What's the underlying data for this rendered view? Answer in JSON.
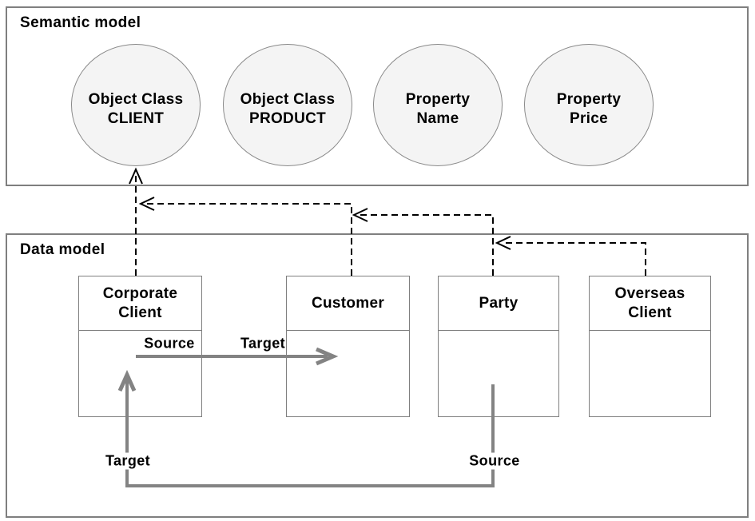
{
  "diagram": {
    "semantic_model": {
      "label": "Semantic model",
      "nodes": [
        {
          "line1": "Object Class",
          "line2": "CLIENT"
        },
        {
          "line1": "Object Class",
          "line2": "PRODUCT"
        },
        {
          "line1": "Property",
          "line2": "Name"
        },
        {
          "line1": "Property",
          "line2": "Price"
        }
      ]
    },
    "data_model": {
      "label": "Data model",
      "entities": [
        {
          "name": "Corporate Client"
        },
        {
          "name": "Customer"
        },
        {
          "name": "Party"
        },
        {
          "name": "Overseas Client"
        }
      ]
    },
    "mappings": [
      {
        "from": "Corporate Client",
        "to": "Object Class CLIENT",
        "style": "dashed-arrow"
      },
      {
        "from": "Customer",
        "to": "Corporate Client mapping line",
        "style": "dashed-arrow"
      },
      {
        "from": "Party",
        "to": "Customer mapping line",
        "style": "dashed-arrow"
      },
      {
        "from": "Overseas Client",
        "to": "Party mapping line",
        "style": "dashed-arrow"
      },
      {
        "from": "Corporate Client",
        "to": "Customer",
        "from_role": "Source",
        "to_role": "Target",
        "style": "solid-arrow"
      },
      {
        "from": "Party",
        "to": "Corporate Client",
        "from_role": "Source",
        "to_role": "Target",
        "style": "solid-arrow"
      }
    ],
    "labels": {
      "source_top": "Source",
      "target_top": "Target",
      "target_bottom": "Target",
      "source_bottom": "Source"
    },
    "colors": {
      "frame_border": "#7f7f7f",
      "entity_border": "#7f7f7f",
      "node_fill": "#f4f4f4",
      "node_border": "#8a8a8a",
      "solid_line": "#838383",
      "dashed_line": "#000000",
      "text": "#000000",
      "background": "#ffffff"
    }
  }
}
